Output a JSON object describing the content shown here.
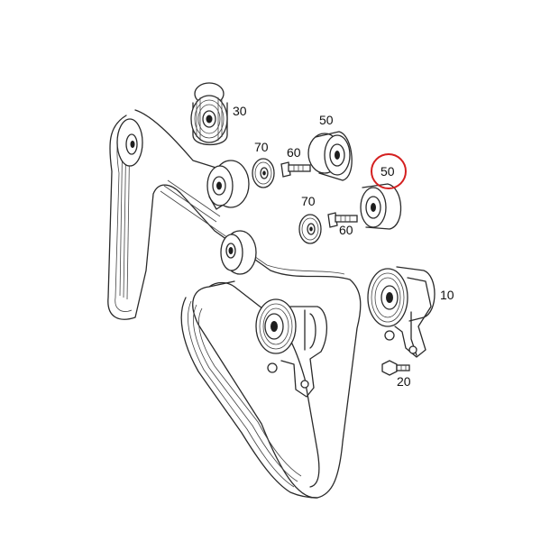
{
  "labels": {
    "idler_pulley_upper": "50",
    "idler_pulley_lower_highlighted": "50",
    "deflection_pulley_top": "30",
    "cover_disc_upper": "70",
    "bolt_upper": "60",
    "cover_disc_lower": "70",
    "bolt_lower": "60",
    "belt_tensioner": "10",
    "tensioner_bolt": "20"
  },
  "highlight_color": "#d42020"
}
